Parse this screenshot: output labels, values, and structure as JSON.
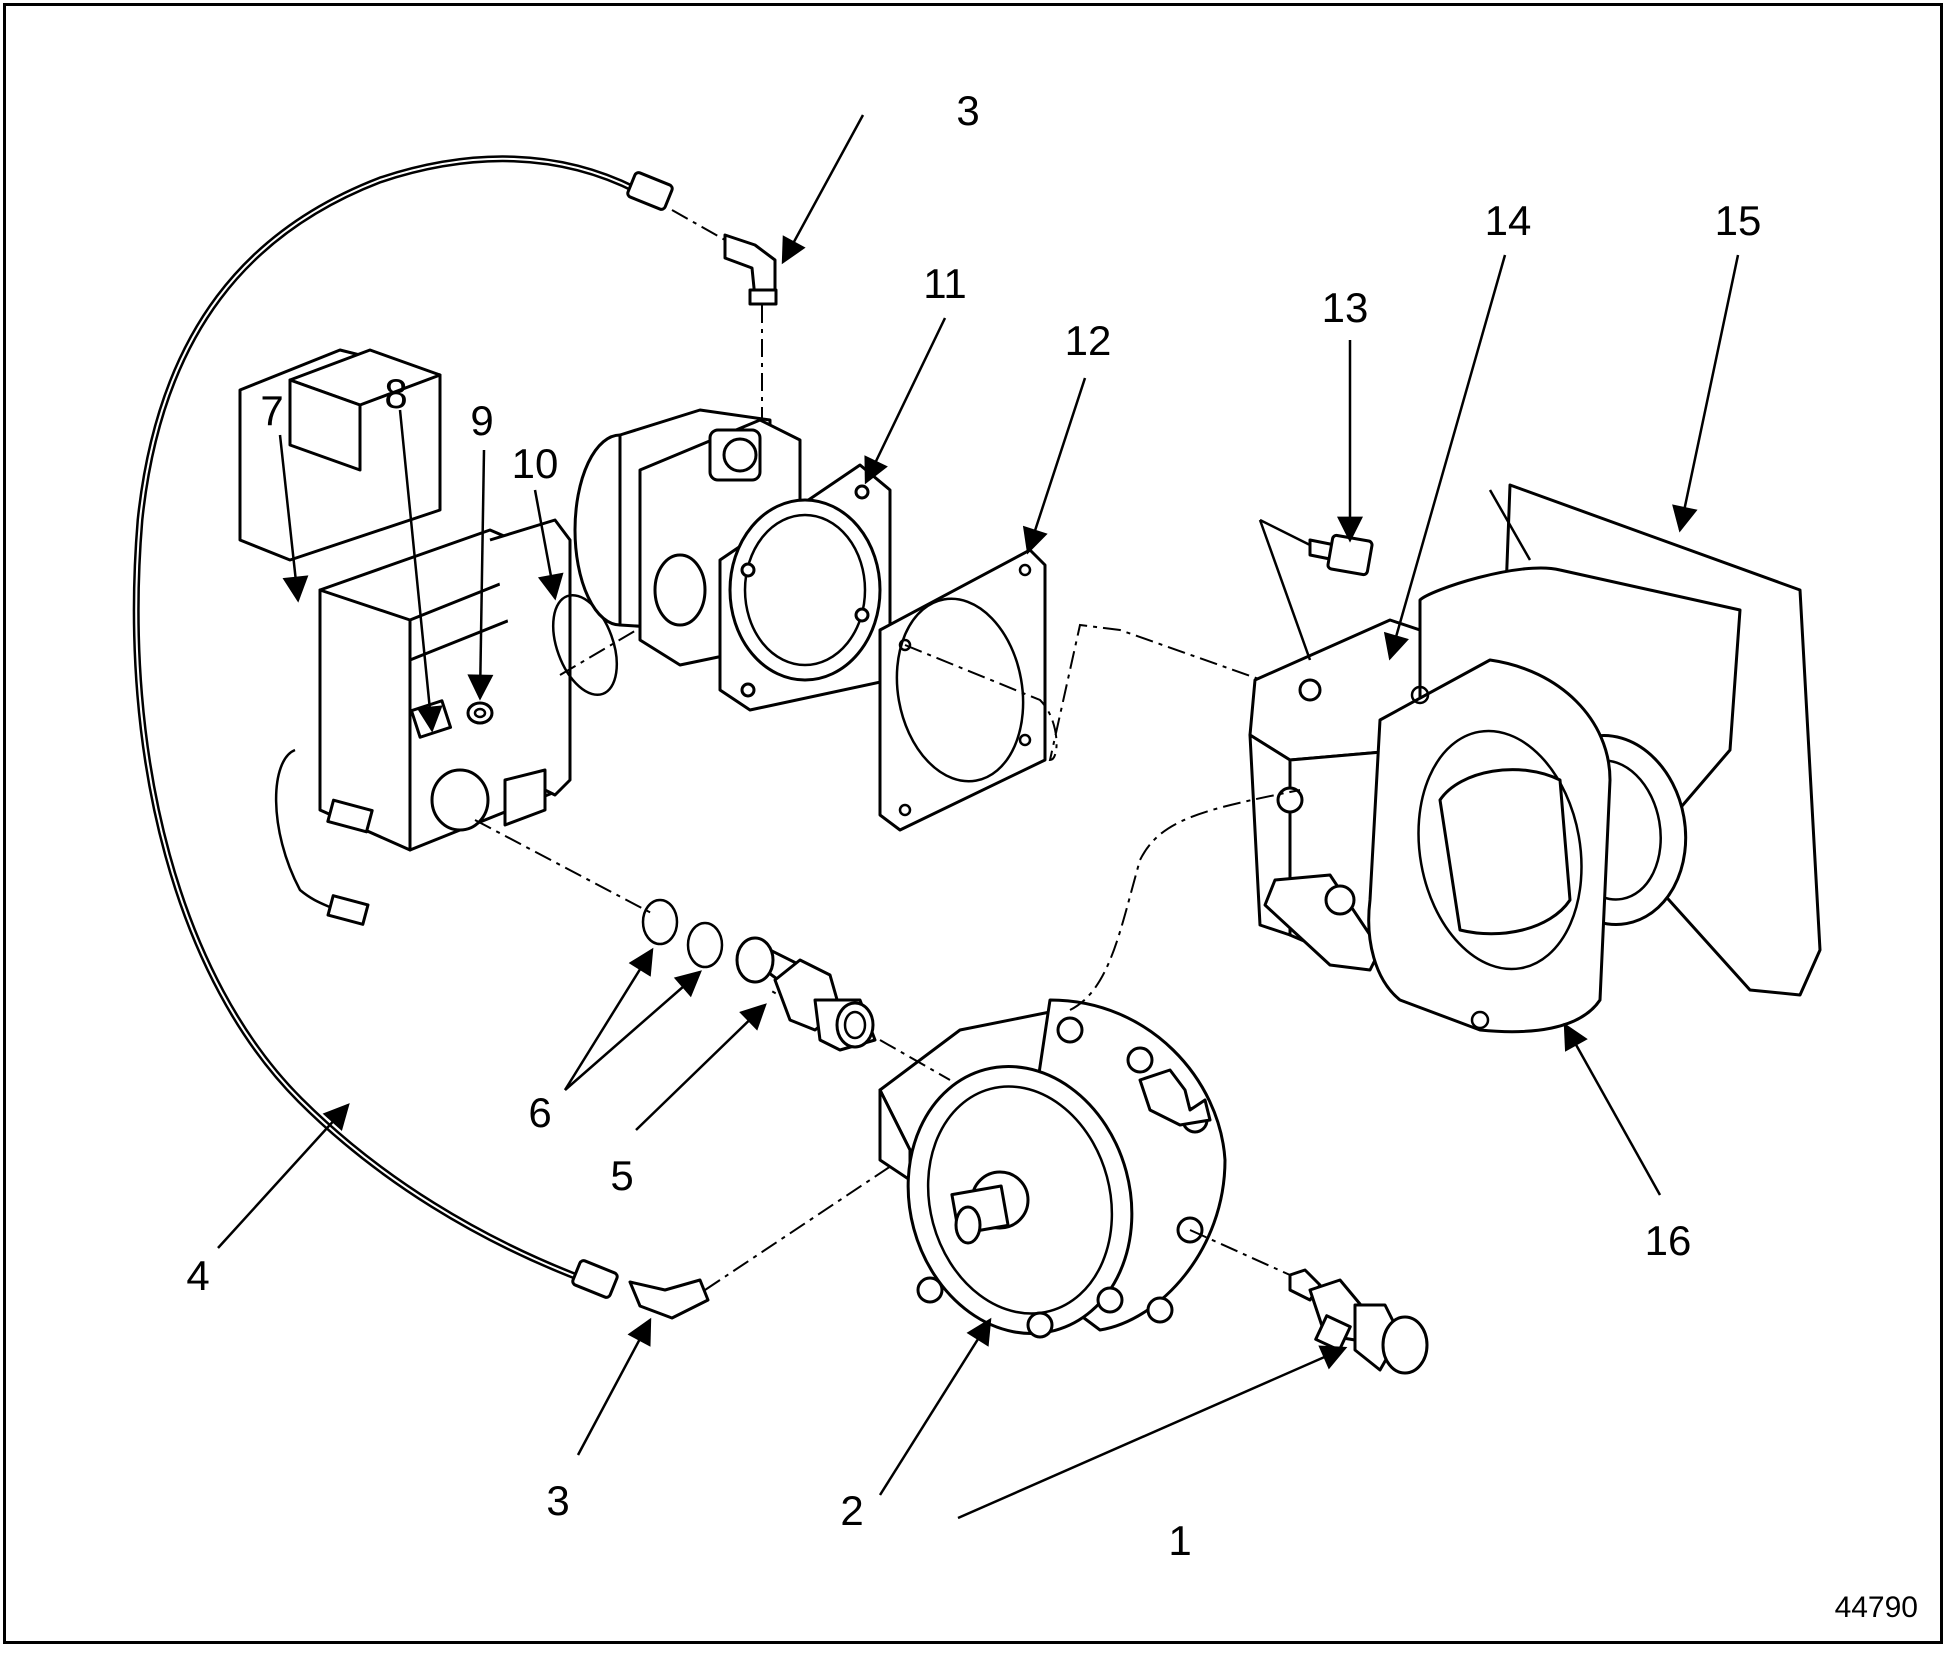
{
  "figure_id": "44790",
  "callouts": [
    {
      "id": "c1",
      "label": "1"
    },
    {
      "id": "c2",
      "label": "2"
    },
    {
      "id": "c3a",
      "label": "3"
    },
    {
      "id": "c3b",
      "label": "3"
    },
    {
      "id": "c4",
      "label": "4"
    },
    {
      "id": "c5",
      "label": "5"
    },
    {
      "id": "c6",
      "label": "6"
    },
    {
      "id": "c7",
      "label": "7"
    },
    {
      "id": "c8",
      "label": "8"
    },
    {
      "id": "c9",
      "label": "9"
    },
    {
      "id": "c10",
      "label": "10"
    },
    {
      "id": "c11",
      "label": "11"
    },
    {
      "id": "c12",
      "label": "12"
    },
    {
      "id": "c13",
      "label": "13"
    },
    {
      "id": "c14",
      "label": "14"
    },
    {
      "id": "c15",
      "label": "15"
    },
    {
      "id": "c16",
      "label": "16"
    }
  ],
  "colors": {
    "line": "#000000",
    "background": "#ffffff"
  }
}
